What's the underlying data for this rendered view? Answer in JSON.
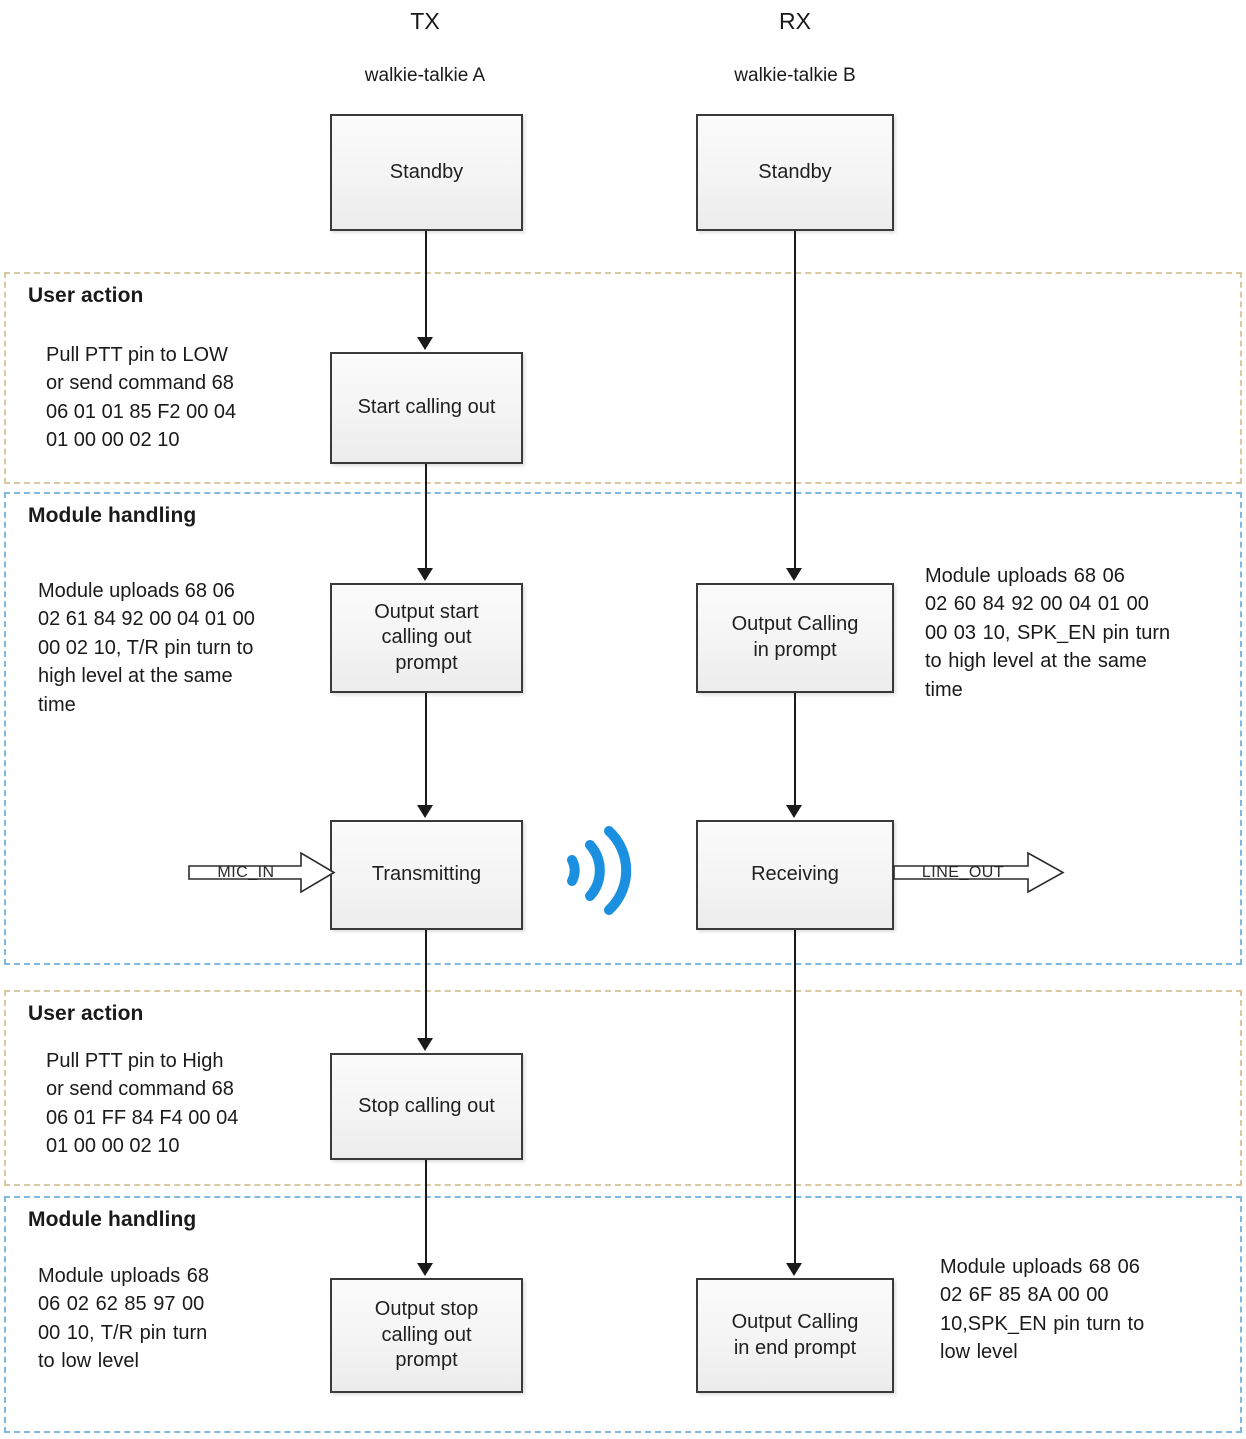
{
  "columns": {
    "tx": {
      "title": "TX",
      "subtitle": "walkie-talkie A"
    },
    "rx": {
      "title": "RX",
      "subtitle": "walkie-talkie B"
    }
  },
  "sections": [
    {
      "id": "user-action-1",
      "title": "User action",
      "kind": "user-action"
    },
    {
      "id": "module-handling-1",
      "title": "Module handling",
      "kind": "module-handling"
    },
    {
      "id": "user-action-2",
      "title": "User action",
      "kind": "user-action"
    },
    {
      "id": "module-handling-2",
      "title": "Module handling",
      "kind": "module-handling"
    }
  ],
  "boxes": {
    "tx_standby": "Standby",
    "rx_standby": "Standby",
    "tx_start_calling": "Start calling out",
    "tx_output_start": "Output start\ncalling out\nprompt",
    "rx_output_calling_in": "Output Calling\nin  prompt",
    "tx_transmitting": "Transmitting",
    "rx_receiving": "Receiving",
    "tx_stop_calling": "Stop calling out",
    "tx_output_stop": "Output stop\ncalling out\nprompt",
    "rx_output_calling_in_end": "Output Calling\nin end prompt"
  },
  "notes": {
    "user_action_1": "Pull PTT pin to LOW\nor send command 68\n06 01 01 85 F2 00 04\n01 00 00 02 10",
    "module_handling_1_left": "Module uploads 68 06\n02 61 84 92 00 04 01 00\n00 02 10, T/R pin turn to\nhigh level at the same\ntime",
    "module_handling_1_right": "Module uploads   68 06\n02 60 84 92 00 04 01 00\n00 03 10, SPK_EN pin turn\nto high level at the same\ntime",
    "user_action_2": "Pull PTT pin to High\nor send command 68\n06 01 FF 84 F4 00 04\n01 00 00 02 10",
    "module_handling_2_left": "Module uploads 68\n06  02  62  85  97  00\n00  10, T/R pin turn\nto low level",
    "module_handling_2_right": "Module uploads 68 06\n02  6F  85  8A  00  00\n10,SPK_EN pin turn to\nlow level"
  },
  "io_arrows": {
    "mic_in": "MIC_IN",
    "line_out": "LINE_OUT"
  },
  "icons": {
    "wireless": "wireless-waves-icon"
  },
  "colors": {
    "user_action_border": "#d9c9a3",
    "module_handling_border": "#7fb8e0",
    "wireless_blue": "#1b8fe0",
    "box_border": "#3a3a3a",
    "line": "#1a1a1a"
  }
}
